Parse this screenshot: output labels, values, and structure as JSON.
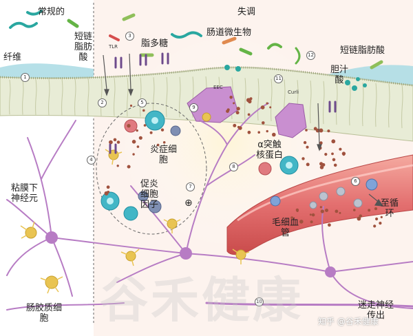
{
  "sections": {
    "normal": "常规的",
    "dysbiosis": "失调"
  },
  "labels": {
    "fiber": "纤维",
    "scfa_left": "短链\n脂肪\n酸",
    "lps": "脂多糖",
    "tlr": "TLR",
    "microbiota": "肠道微生物",
    "scfa_right": "短链脂肪酸",
    "eec": "EEC",
    "curli": "Curli",
    "bile_acid": "胆汁\n酸",
    "inflammatory_cells": "炎症细\n胞",
    "proinflammatory_cytokines": "促炎\n细胞\n因子",
    "synuclein": "α突触\n核蛋白",
    "submucosal_neuron": "粘膜下\n神经元",
    "glial_cell": "肠胶质细\n胞",
    "capillary": "毛细血\n管",
    "circulation": "至循\n环",
    "vagus_nerve": "迷走神经\n传出",
    "plus_sign": "⊕"
  },
  "step_numbers": [
    "1",
    "2",
    "3",
    "4",
    "5",
    "6",
    "7",
    "8",
    "9",
    "10",
    "11",
    "12"
  ],
  "watermarks": {
    "main": "谷禾健康",
    "credit": "知乎 @谷禾健康"
  },
  "colors": {
    "epithelium": "#e8ecd6",
    "epithelium_border": "#b9bf97",
    "mucus": "#a9dbe4",
    "neuron": "#b77cc4",
    "glia": "#e9c452",
    "immune": "#42b6c6",
    "vessel": "#e36f6f",
    "bacteria_green": "#64b446",
    "bacteria_teal": "#2aa7a0",
    "dysbiosis_bg": "#fbeee8"
  }
}
